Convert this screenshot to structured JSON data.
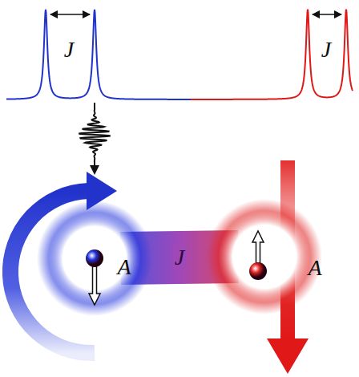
{
  "diagram": {
    "nodes": [
      {
        "text": [
          "A"
        ]
      },
      {
        "text": [
          "A"
        ]
      }
    ],
    "edges": [
      {
        "from": 0,
        "to": 1,
        "label": "J",
        "arrow": "none"
      }
    ],
    "labels": [
      "J",
      "J"
    ]
  }
}
